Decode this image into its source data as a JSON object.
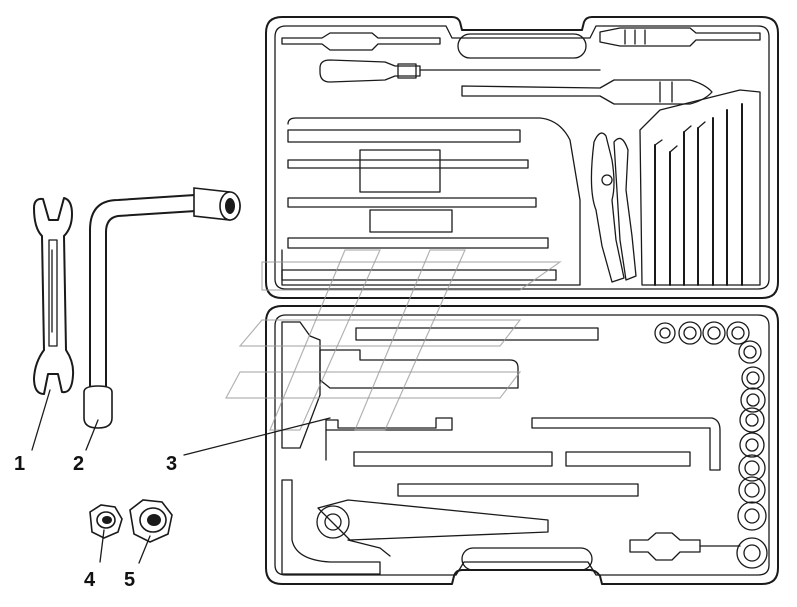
{
  "figure": {
    "callouts": [
      {
        "id": "1",
        "label": "1"
      },
      {
        "id": "2",
        "label": "2"
      },
      {
        "id": "3",
        "label": "3"
      },
      {
        "id": "4",
        "label": "4"
      },
      {
        "id": "5",
        "label": "5"
      }
    ],
    "icons": [
      "open-end-wrench-icon",
      "socket-l-wrench-icon",
      "tool-case-icon",
      "small-nut-icon",
      "large-nut-icon",
      "watermark-logo-icon"
    ]
  }
}
